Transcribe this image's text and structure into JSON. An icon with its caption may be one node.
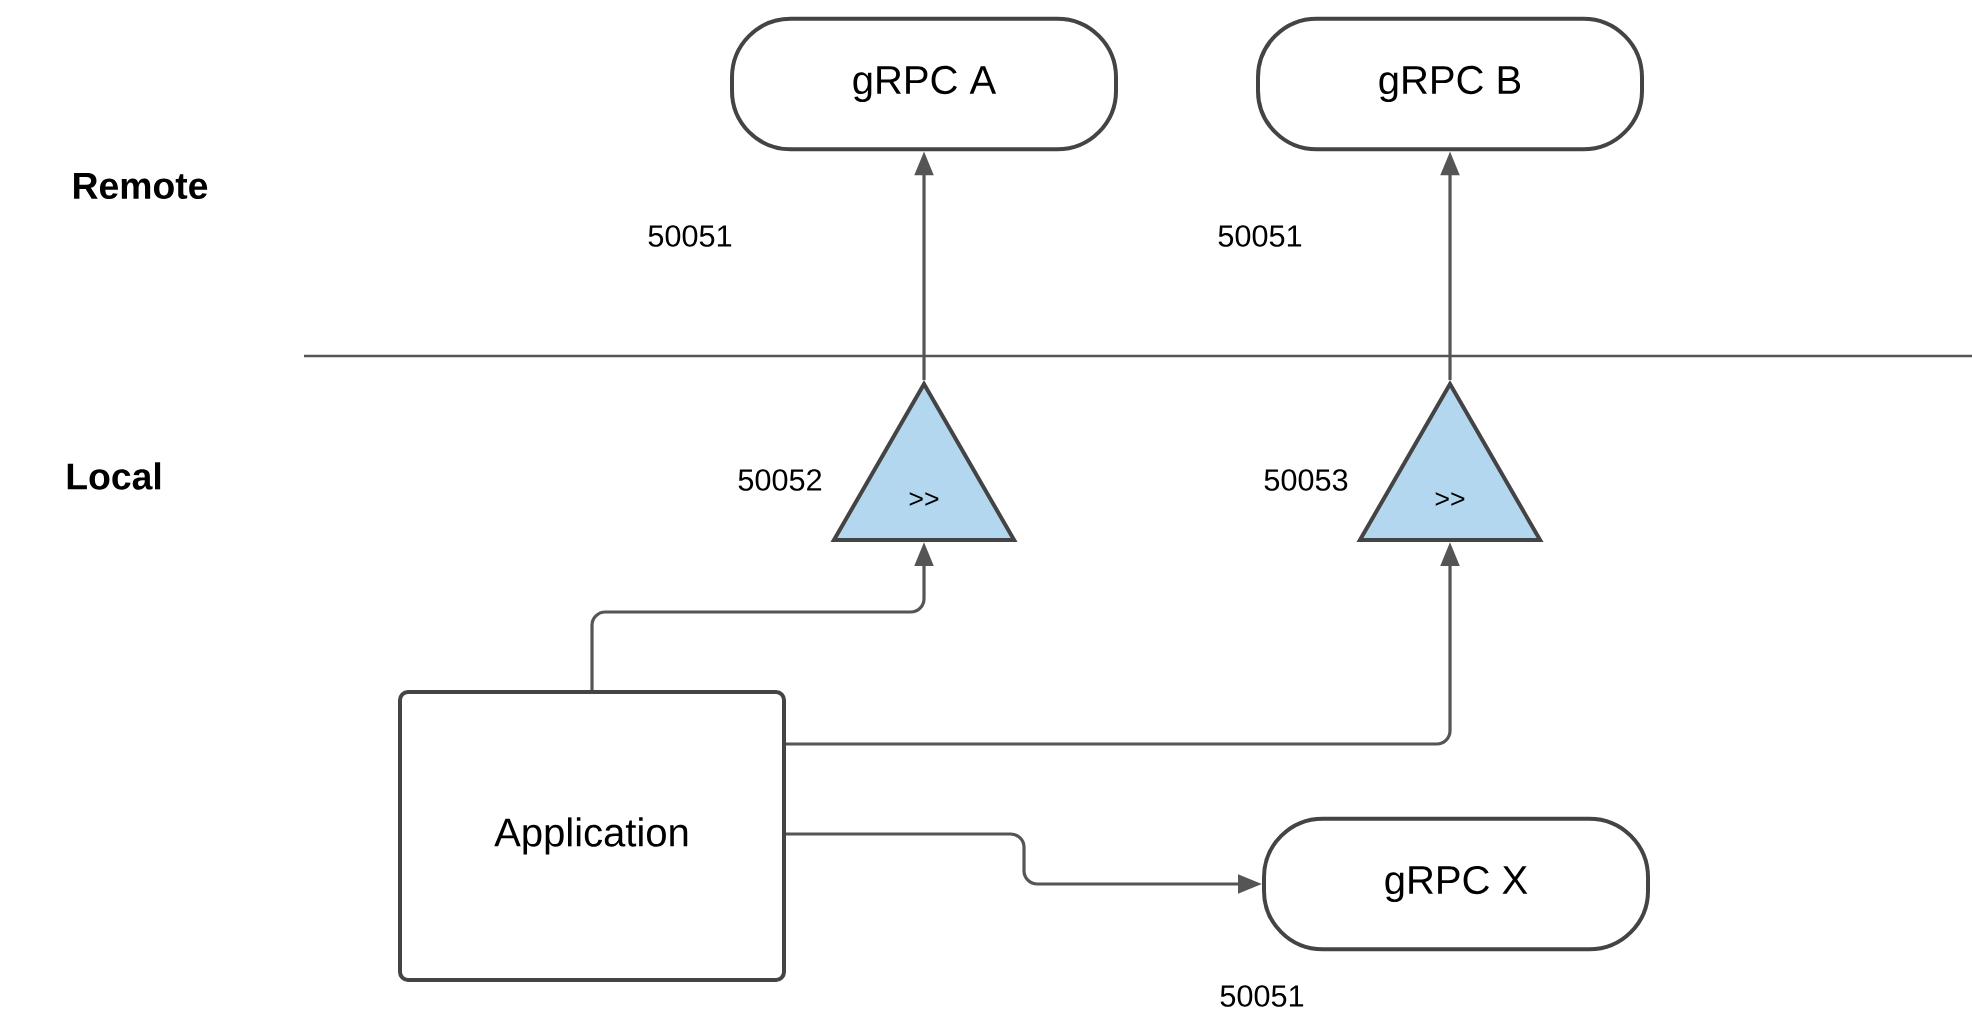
{
  "diagram": {
    "nodes": [
      {
        "text": [
          "gRPC A"
        ],
        "beside": [
          "50051"
        ]
      },
      {
        "text": [
          "gRPC B"
        ],
        "beside": [
          "50051"
        ]
      },
      {
        "text": [
          ">>"
        ],
        "beside": [
          "50052"
        ]
      },
      {
        "text": [
          ">>"
        ],
        "beside": [
          "50053"
        ]
      },
      {
        "text": [
          "Application"
        ]
      },
      {
        "text": [
          "gRPC X"
        ],
        "beside": [
          "50051"
        ]
      }
    ],
    "edges": [
      {
        "from": 2,
        "to": 0,
        "arrow": "to"
      },
      {
        "from": 3,
        "to": 1,
        "arrow": "to"
      },
      {
        "from": 4,
        "to": 2,
        "arrow": "to"
      },
      {
        "from": 4,
        "to": 3,
        "arrow": "to"
      },
      {
        "from": 4,
        "to": 5,
        "arrow": "to"
      }
    ],
    "labels": [
      "Remote",
      "Local"
    ]
  }
}
